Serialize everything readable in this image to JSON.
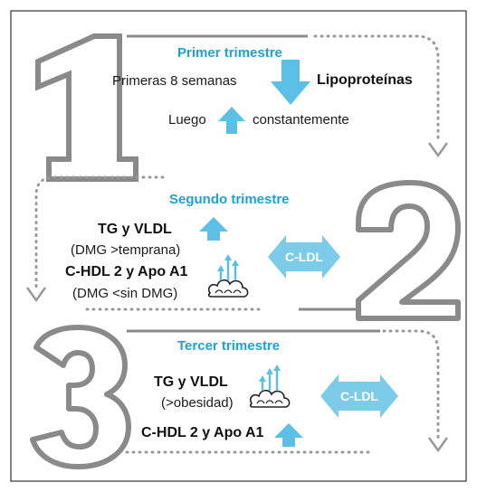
{
  "section1": {
    "number": "1",
    "heading": "Primer trimestre",
    "weeks_text": "Primeras 8 semanas",
    "lipo_text": "Lipoproteínas",
    "luego_text": "Luego",
    "constante_text": "constantemente"
  },
  "section2": {
    "number": "2",
    "heading": "Segundo trimestre",
    "tg_text": "TG y VLDL",
    "tg_note": "(DMG >temprana)",
    "hdl_text": "C-HDL 2 y Apo A1",
    "hdl_note": "(DMG <sin DMG)",
    "badge": "C-LDL"
  },
  "section3": {
    "number": "3",
    "heading": "Tercer trimestre",
    "tg_text": "TG y VLDL",
    "tg_note": "(>obesidad)",
    "hdl_text": "C-HDL 2 y Apo A1",
    "badge": "C-LDL"
  },
  "colors": {
    "accent": "#1aa3d4",
    "arrow_blue": "#5cc0e6",
    "badge_blue": "#7ccbe8",
    "outline_gray": "#8a8a8a",
    "dotted_gray": "#999999"
  },
  "icons": [
    "arrow-down-icon",
    "arrow-up-icon",
    "cloud-rising-arrows-icon",
    "double-arrow-badge-icon",
    "dotted-arrow-down-icon"
  ]
}
